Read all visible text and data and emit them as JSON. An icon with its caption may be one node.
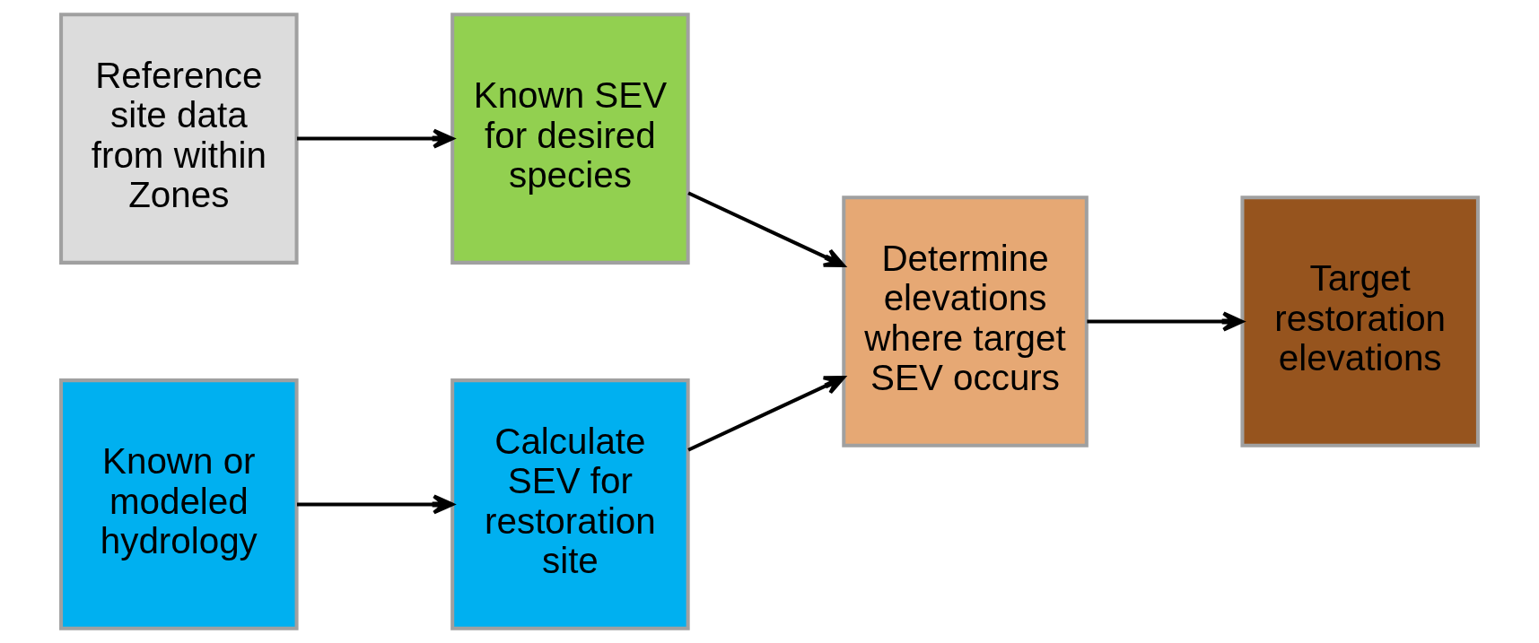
{
  "diagram": {
    "nodes": [
      {
        "text": [
          "Reference site data from within Zones"
        ]
      },
      {
        "text": [
          "Known SEV for desired species"
        ]
      },
      {
        "text": [
          "Known or modeled hydrology"
        ]
      },
      {
        "text": [
          "Calculate SEV for restoration site"
        ]
      },
      {
        "text": [
          "Determine elevations where target SEV occurs"
        ]
      },
      {
        "text": [
          "Target restoration elevations"
        ]
      }
    ],
    "edges": [
      {
        "from": 0,
        "to": 1,
        "arrow": "to"
      },
      {
        "from": 1,
        "to": 4,
        "arrow": "to"
      },
      {
        "from": 2,
        "to": 3,
        "arrow": "to"
      },
      {
        "from": 3,
        "to": 4,
        "arrow": "to"
      },
      {
        "from": 4,
        "to": 5,
        "arrow": "to"
      }
    ]
  }
}
